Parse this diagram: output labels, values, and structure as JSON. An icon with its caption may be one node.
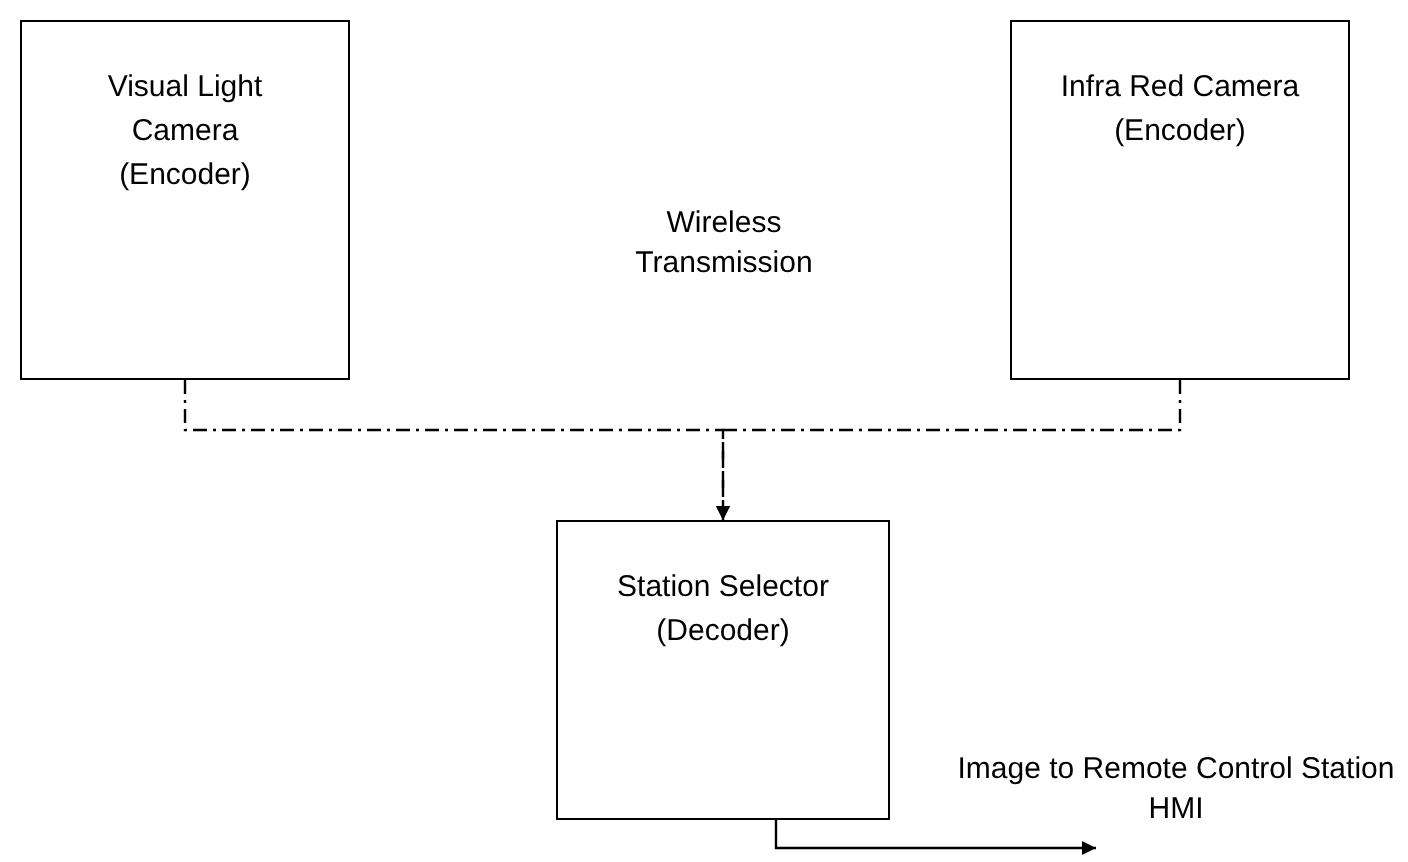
{
  "diagram": {
    "nodes": [
      {
        "text": [
          "Visual Light Camera (Encoder)"
        ]
      },
      {
        "text": [
          "Infra Red Camera (Encoder)"
        ]
      },
      {
        "text": [
          "Station Selector (Decoder)"
        ]
      }
    ],
    "edges": [
      {
        "from": 0,
        "to": 2,
        "arrow": "to",
        "style": "dashed"
      },
      {
        "from": 1,
        "to": 2,
        "arrow": "to",
        "style": "dashed"
      },
      {
        "from": 2,
        "to": null,
        "arrow": "to",
        "label": "Image to Remote Control Station HMI"
      }
    ],
    "labels": [
      "Wireless Transmission"
    ]
  }
}
